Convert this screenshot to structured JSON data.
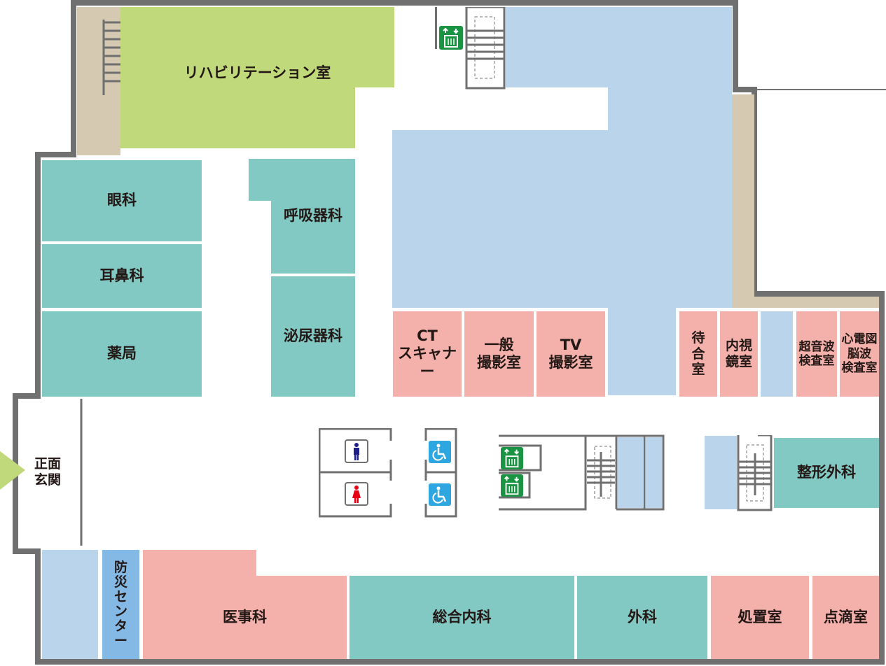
{
  "rooms": {
    "rehab": "リハビリテーション室",
    "eye": "眼科",
    "ent": "耳鼻科",
    "pharmacy": "薬局",
    "respiratory": "呼吸器科",
    "urology": "泌尿器科",
    "ct": "CT\nスキャナー",
    "general_xray": "一般\n撮影室",
    "tv_xray": "TV\n撮影室",
    "waiting": "待\n合\n室",
    "endoscopy": "内視\n鏡室",
    "ultrasound": "超音波\n検査室",
    "ecg_eeg": "心電図\n脳波\n検査室",
    "orthopedics": "整形外科",
    "entrance": "正面\n玄関",
    "disaster_center": "防\n災\nセ\nン\nタ\nー",
    "medical_affairs": "医事科",
    "internal_medicine": "総合内科",
    "surgery": "外科",
    "treatment": "処置室",
    "infusion": "点滴室"
  },
  "colors": {
    "green": "#c0d97a",
    "teal": "#82c9c4",
    "pink": "#f4b0aa",
    "light_blue": "#bad4ec",
    "blue": "#84b9e6",
    "beige": "#d5c9b1",
    "wall": "#707070",
    "elevator": "#1a9443",
    "accessible": "#2ea6e0"
  }
}
